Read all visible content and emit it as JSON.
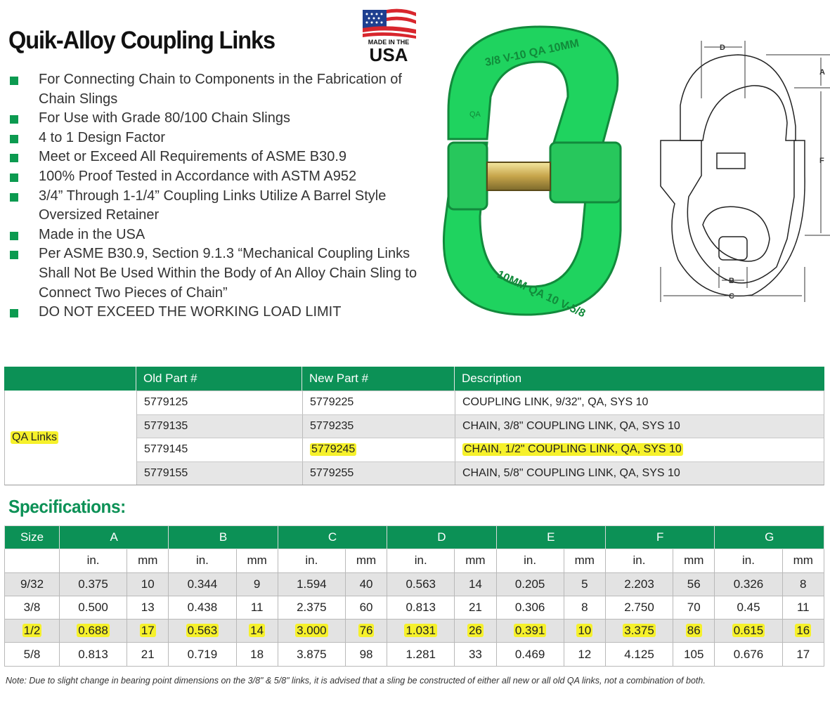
{
  "title": "Quik-Alloy Coupling Links",
  "badge": {
    "line1": "MADE IN THE",
    "line2": "USA"
  },
  "bullets": [
    "For Connecting Chain to Components in the Fabrication of Chain Slings",
    "For Use with Grade 80/100 Chain Slings",
    "4 to 1 Design Factor",
    "Meet or Exceed All Requirements of ASME B30.9",
    "100% Proof Tested in Accordance with ASTM A952",
    "3/4” Through 1-1/4” Coupling Links Utilize A Barrel Style Oversized Retainer",
    "Made in the USA",
    "Per ASME B30.9, Section 9.1.3 “Mechanical Coupling Links Shall Not Be Used Within the Body of An Alloy Chain Sling to Connect Two Pieces of Chain”",
    "DO NOT EXCEED THE WORKING LOAD LIMIT"
  ],
  "photo": {
    "top_text": "3/8 V-10 QA 10MM",
    "bottom_text": "10MM QA 10 V-5/8",
    "mark": "QA"
  },
  "drawing_labels": {
    "a": "A",
    "b": "B",
    "c": "C",
    "d": "D",
    "f": "F"
  },
  "parts": {
    "headers": [
      "",
      "Old Part #",
      "New Part #",
      "Description"
    ],
    "group": "QA Links",
    "rows": [
      {
        "old": "5779125",
        "new": "5779225",
        "desc": "COUPLING LINK, 9/32\", QA, SYS 10"
      },
      {
        "old": "5779135",
        "new": "5779235",
        "desc": "CHAIN, 3/8\" COUPLING LINK, QA, SYS 10"
      },
      {
        "old": "5779145",
        "new": "5779245",
        "desc": "CHAIN, 1/2\" COUPLING LINK, QA, SYS 10",
        "highlight": true
      },
      {
        "old": "5779155",
        "new": "5779255",
        "desc": "CHAIN, 5/8\" COUPLING LINK, QA, SYS 10"
      }
    ]
  },
  "specs": {
    "title": "Specifications:",
    "size_header": "Size",
    "groups": [
      "A",
      "B",
      "C",
      "D",
      "E",
      "F",
      "G"
    ],
    "units": [
      "in.",
      "mm"
    ],
    "rows": [
      {
        "size": "9/32",
        "values": [
          "0.375",
          "10",
          "0.344",
          "9",
          "1.594",
          "40",
          "0.563",
          "14",
          "0.205",
          "5",
          "2.203",
          "56",
          "0.326",
          "8"
        ]
      },
      {
        "size": "3/8",
        "values": [
          "0.500",
          "13",
          "0.438",
          "11",
          "2.375",
          "60",
          "0.813",
          "21",
          "0.306",
          "8",
          "2.750",
          "70",
          "0.45",
          "11"
        ]
      },
      {
        "size": "1/2",
        "values": [
          "0.688",
          "17",
          "0.563",
          "14",
          "3.000",
          "76",
          "1.031",
          "26",
          "0.391",
          "10",
          "3.375",
          "86",
          "0.615",
          "16"
        ],
        "highlight": true
      },
      {
        "size": "5/8",
        "values": [
          "0.813",
          "21",
          "0.719",
          "18",
          "3.875",
          "98",
          "1.281",
          "33",
          "0.469",
          "12",
          "4.125",
          "105",
          "0.676",
          "17"
        ]
      }
    ]
  },
  "note": "Note: Due to slight change in bearing point dimensions on the 3/8\" & 5/8\" links, it is advised that a sling be constructed of either all new or all old QA links, not a combination of both.",
  "colors": {
    "brand_green": "#0c9156",
    "product_green": "#1fd35f",
    "highlight": "#f6f12b"
  }
}
